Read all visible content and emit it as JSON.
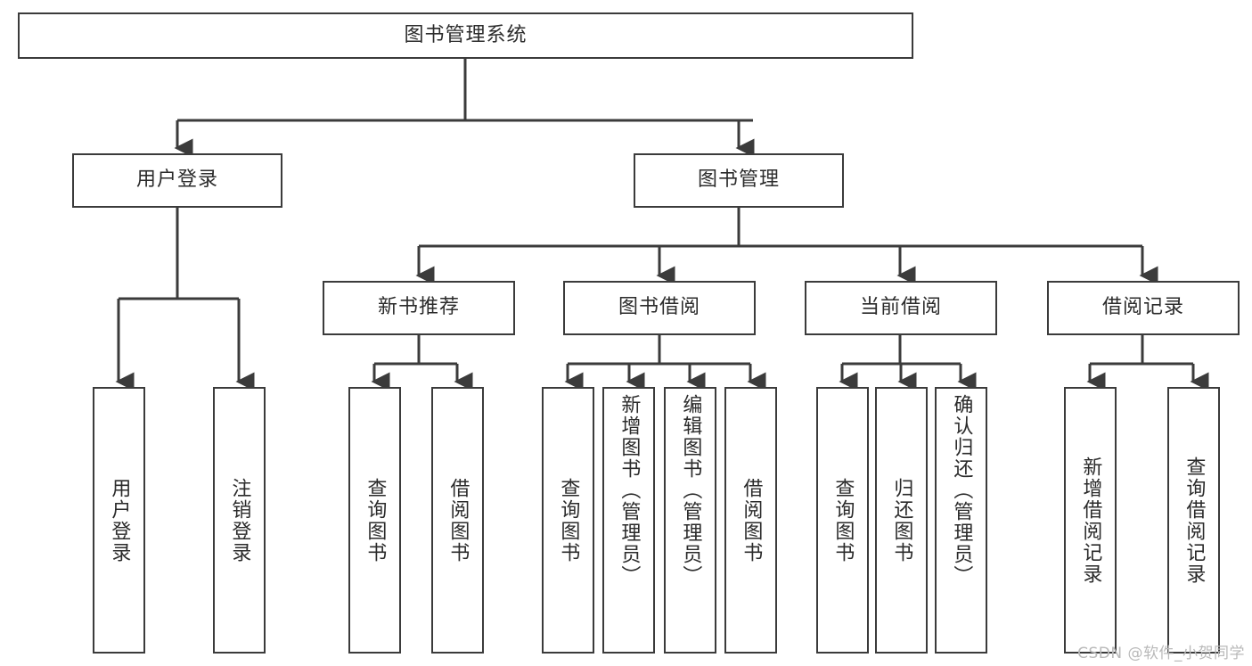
{
  "diagram": {
    "title": "图书管理系统",
    "watermark": "CSDN @软件_小贺同学",
    "stroke_color": "#3b3b3b",
    "text_color": "#2b2b2b",
    "background_color": "#ffffff",
    "root": {
      "label": "图书管理系统"
    },
    "level2": [
      {
        "label": "用户登录"
      },
      {
        "label": "图书管理"
      }
    ],
    "level3": [
      {
        "label": "新书推荐"
      },
      {
        "label": "图书借阅"
      },
      {
        "label": "当前借阅"
      },
      {
        "label": "借阅记录"
      }
    ],
    "leaves": {
      "user_login": [
        {
          "label": "用户登录"
        },
        {
          "label": "注销登录"
        }
      ],
      "new_book_recommend": [
        {
          "label": "查询图书"
        },
        {
          "label": "借阅图书"
        }
      ],
      "book_borrow": [
        {
          "label": "查询图书"
        },
        {
          "label": "新增图书（管理员）"
        },
        {
          "label": "编辑图书（管理员）"
        },
        {
          "label": "借阅图书"
        }
      ],
      "current_borrow": [
        {
          "label": "查询图书"
        },
        {
          "label": "归还图书"
        },
        {
          "label": "确认归还（管理员）"
        }
      ],
      "borrow_record": [
        {
          "label": "新增借阅记录"
        },
        {
          "label": "查询借阅记录"
        }
      ]
    }
  }
}
